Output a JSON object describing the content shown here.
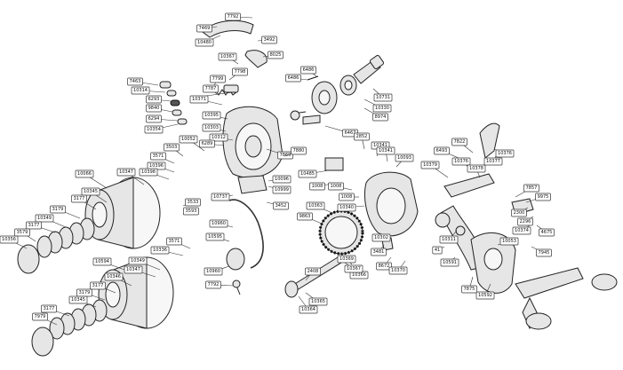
{
  "part_labels": [
    "7792",
    "7469",
    "10480",
    "3492",
    "8025",
    "10367",
    "7798",
    "7799",
    "7787",
    "7463",
    "10314",
    "6293",
    "9840",
    "6294",
    "10354",
    "6486",
    "6486",
    "8974",
    "10330",
    "10731",
    "6467",
    "10371",
    "10395",
    "10303",
    "10312",
    "6289",
    "3503",
    "3571",
    "10396",
    "10398",
    "10347",
    "10066",
    "10052",
    "7869",
    "7880",
    "10345",
    "3177",
    "3179",
    "10349",
    "3177",
    "3579",
    "10356",
    "3533",
    "3593",
    "10737",
    "10999",
    "10096",
    "3452",
    "10960",
    "10595",
    "10960",
    "7792",
    "10594",
    "3571",
    "10336",
    "10349",
    "10347",
    "10346",
    "3177",
    "3179",
    "10345",
    "3177",
    "7979",
    "2852",
    "10341",
    "10341",
    "10093",
    "10485",
    "1008",
    "1008",
    "1008",
    "10340",
    "9863",
    "10363",
    "3481",
    "10302",
    "10369",
    "8672",
    "10370",
    "10366",
    "10367",
    "2408",
    "10364",
    "10365",
    "7822",
    "6493",
    "10376",
    "10378",
    "10377",
    "10376",
    "10379",
    "7857",
    "9975",
    "2300",
    "2296",
    "10374",
    "4675",
    "7945",
    "10311",
    "41",
    "10591",
    "7875",
    "10592",
    "10053"
  ]
}
